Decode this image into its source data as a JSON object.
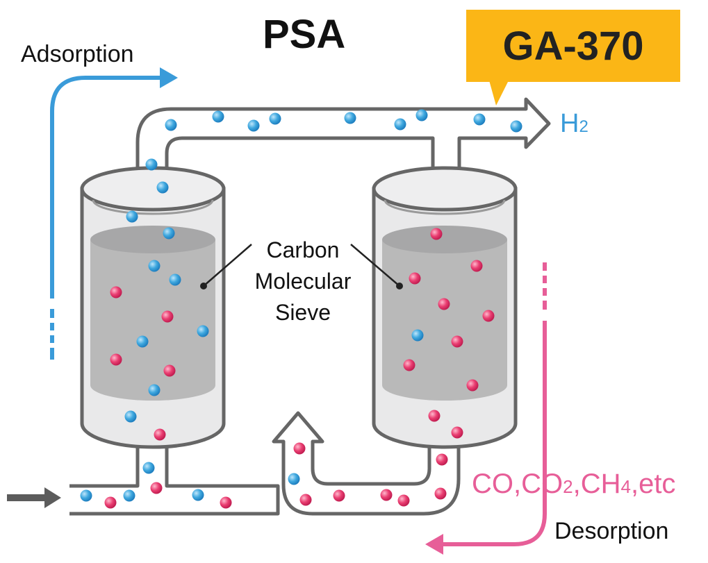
{
  "title": "PSA",
  "badge": "GA-370",
  "labels": {
    "adsorption": "Adsorption",
    "desorption": "Desorption",
    "h2_main": "H",
    "h2_sub": "2",
    "sieve_line1": "Carbon",
    "sieve_line2": "Molecular",
    "sieve_line3": "Sieve",
    "gases": [
      "CO,CO",
      "2",
      ",CH",
      "4",
      ",etc"
    ]
  },
  "colors": {
    "hydrogen": "#3a9bd9",
    "impurity": "#e4336b",
    "badge": "#fbb616",
    "desorption": "#e75e98",
    "adsorption": "#3a9bd9",
    "sieve": "#b9b9b9"
  },
  "icons": [
    "adsorption-arrow-icon",
    "feed-arrow-icon",
    "desorption-arrow-icon",
    "h2-output-arrow-icon"
  ]
}
